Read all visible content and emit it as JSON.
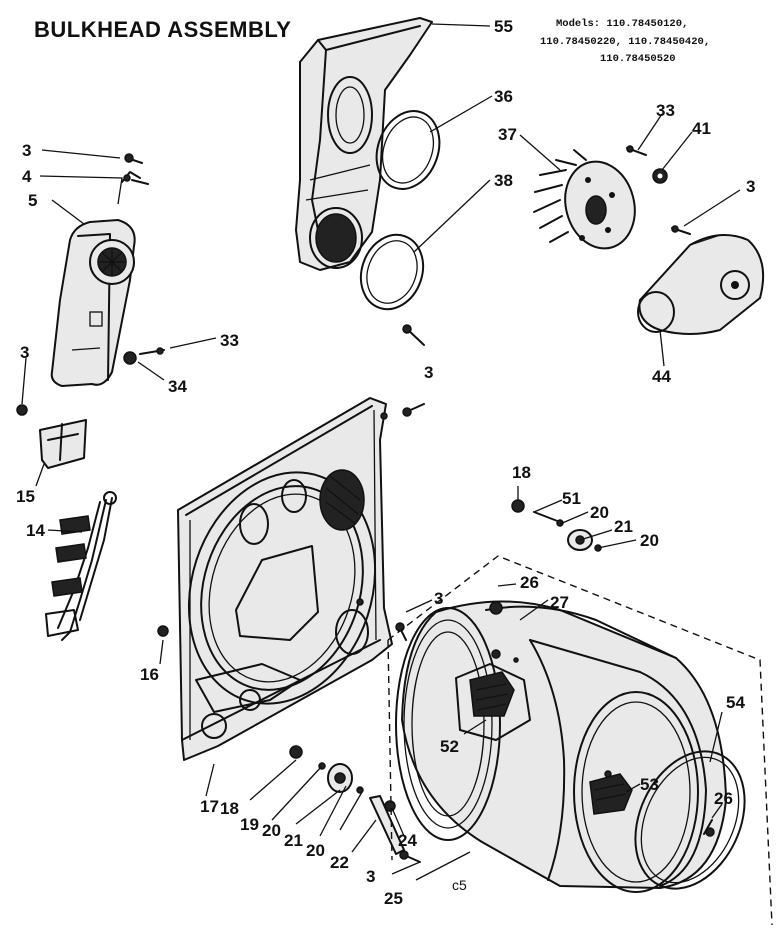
{
  "title": "BULKHEAD ASSEMBLY",
  "models": {
    "line1": "Models: 110.78450120,",
    "line2": "110.78450220, 110.78450420,",
    "line3": "110.78450520"
  },
  "footer_code": "c5",
  "part_labels": [
    "55",
    "36",
    "37",
    "38",
    "33",
    "41",
    "3",
    "3",
    "4",
    "5",
    "33",
    "34",
    "3",
    "15",
    "14",
    "3",
    "44",
    "18",
    "51",
    "20",
    "21",
    "20",
    "26",
    "27",
    "3",
    "16",
    "52",
    "54",
    "53",
    "26",
    "17",
    "18",
    "19",
    "20",
    "21",
    "20",
    "22",
    "24",
    "3",
    "25"
  ]
}
